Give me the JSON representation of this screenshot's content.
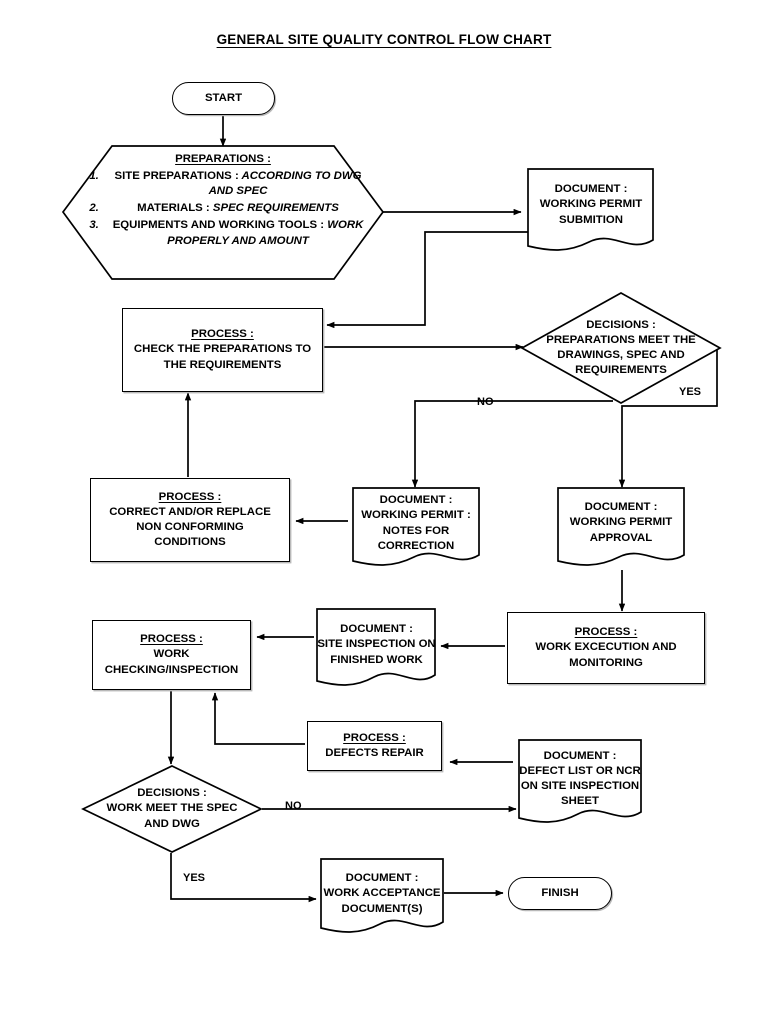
{
  "title": "GENERAL SITE QUALITY CONTROL FLOW CHART",
  "colors": {
    "line": "#000000",
    "fill": "#ffffff",
    "shadow": "#b9b9b9"
  },
  "nodes": {
    "start": {
      "label": "START",
      "shape": "terminator"
    },
    "preparations": {
      "header": "PREPARATIONS :",
      "shape": "hexagon",
      "items": [
        {
          "bold": "SITE PREPARATIONS :",
          "italic": "ACCORDING TO DWG AND SPEC"
        },
        {
          "bold": "MATERIALS :",
          "italic": "SPEC REQUIREMENTS"
        },
        {
          "bold": "EQUIPMENTS AND WORKING TOOLS :",
          "italic": "WORK PROPERLY AND AMOUNT"
        }
      ]
    },
    "permit_submition": {
      "header": "DOCUMENT :",
      "lines": [
        "WORKING PERMIT",
        "SUBMITION"
      ],
      "shape": "document"
    },
    "check_preparations": {
      "header": "PROCESS :",
      "lines": [
        "CHECK THE PREPARATIONS TO",
        "THE REQUIREMENTS"
      ],
      "shape": "process"
    },
    "decision_preparations": {
      "header": "DECISIONS :",
      "lines": [
        "PREPARATIONS MEET THE",
        "DRAWINGS, SPEC AND",
        "REQUIREMENTS"
      ],
      "shape": "decision"
    },
    "correct_replace": {
      "header": "PROCESS :",
      "lines": [
        "CORRECT AND/OR REPLACE",
        "NON CONFORMING",
        "CONDITIONS"
      ],
      "shape": "process"
    },
    "permit_notes": {
      "header": "DOCUMENT :",
      "lines": [
        "WORKING PERMIT :",
        "NOTES FOR",
        "CORRECTION"
      ],
      "shape": "document"
    },
    "permit_approval": {
      "header": "DOCUMENT :",
      "lines": [
        "WORKING PERMIT",
        "APPROVAL"
      ],
      "shape": "document"
    },
    "work_execution": {
      "header": "PROCESS :",
      "lines": [
        "WORK EXCECUTION AND",
        "MONITORING"
      ],
      "shape": "process"
    },
    "site_inspection": {
      "header": "DOCUMENT :",
      "lines": [
        "SITE INSPECTION ON",
        "FINISHED WORK"
      ],
      "shape": "document"
    },
    "work_checking": {
      "header": "PROCESS :",
      "lines": [
        "WORK",
        "CHECKING/INSPECTION"
      ],
      "shape": "process"
    },
    "defects_repair": {
      "header": "PROCESS :",
      "lines": [
        "DEFECTS REPAIR"
      ],
      "shape": "process"
    },
    "defect_list": {
      "header": "DOCUMENT :",
      "lines": [
        "DEFECT LIST OR NCR",
        "ON SITE INSPECTION",
        "SHEET"
      ],
      "shape": "document"
    },
    "decision_work": {
      "header": "DECISIONS :",
      "lines": [
        "WORK MEET THE SPEC",
        "AND DWG"
      ],
      "shape": "decision"
    },
    "work_acceptance": {
      "header": "DOCUMENT :",
      "lines": [
        "WORK ACCEPTANCE",
        "DOCUMENT(S)"
      ],
      "shape": "document"
    },
    "finish": {
      "label": "FINISH",
      "shape": "terminator"
    }
  },
  "edge_labels": {
    "prep_no": "NO",
    "prep_yes": "YES",
    "work_no": "NO",
    "work_yes": "YES"
  }
}
